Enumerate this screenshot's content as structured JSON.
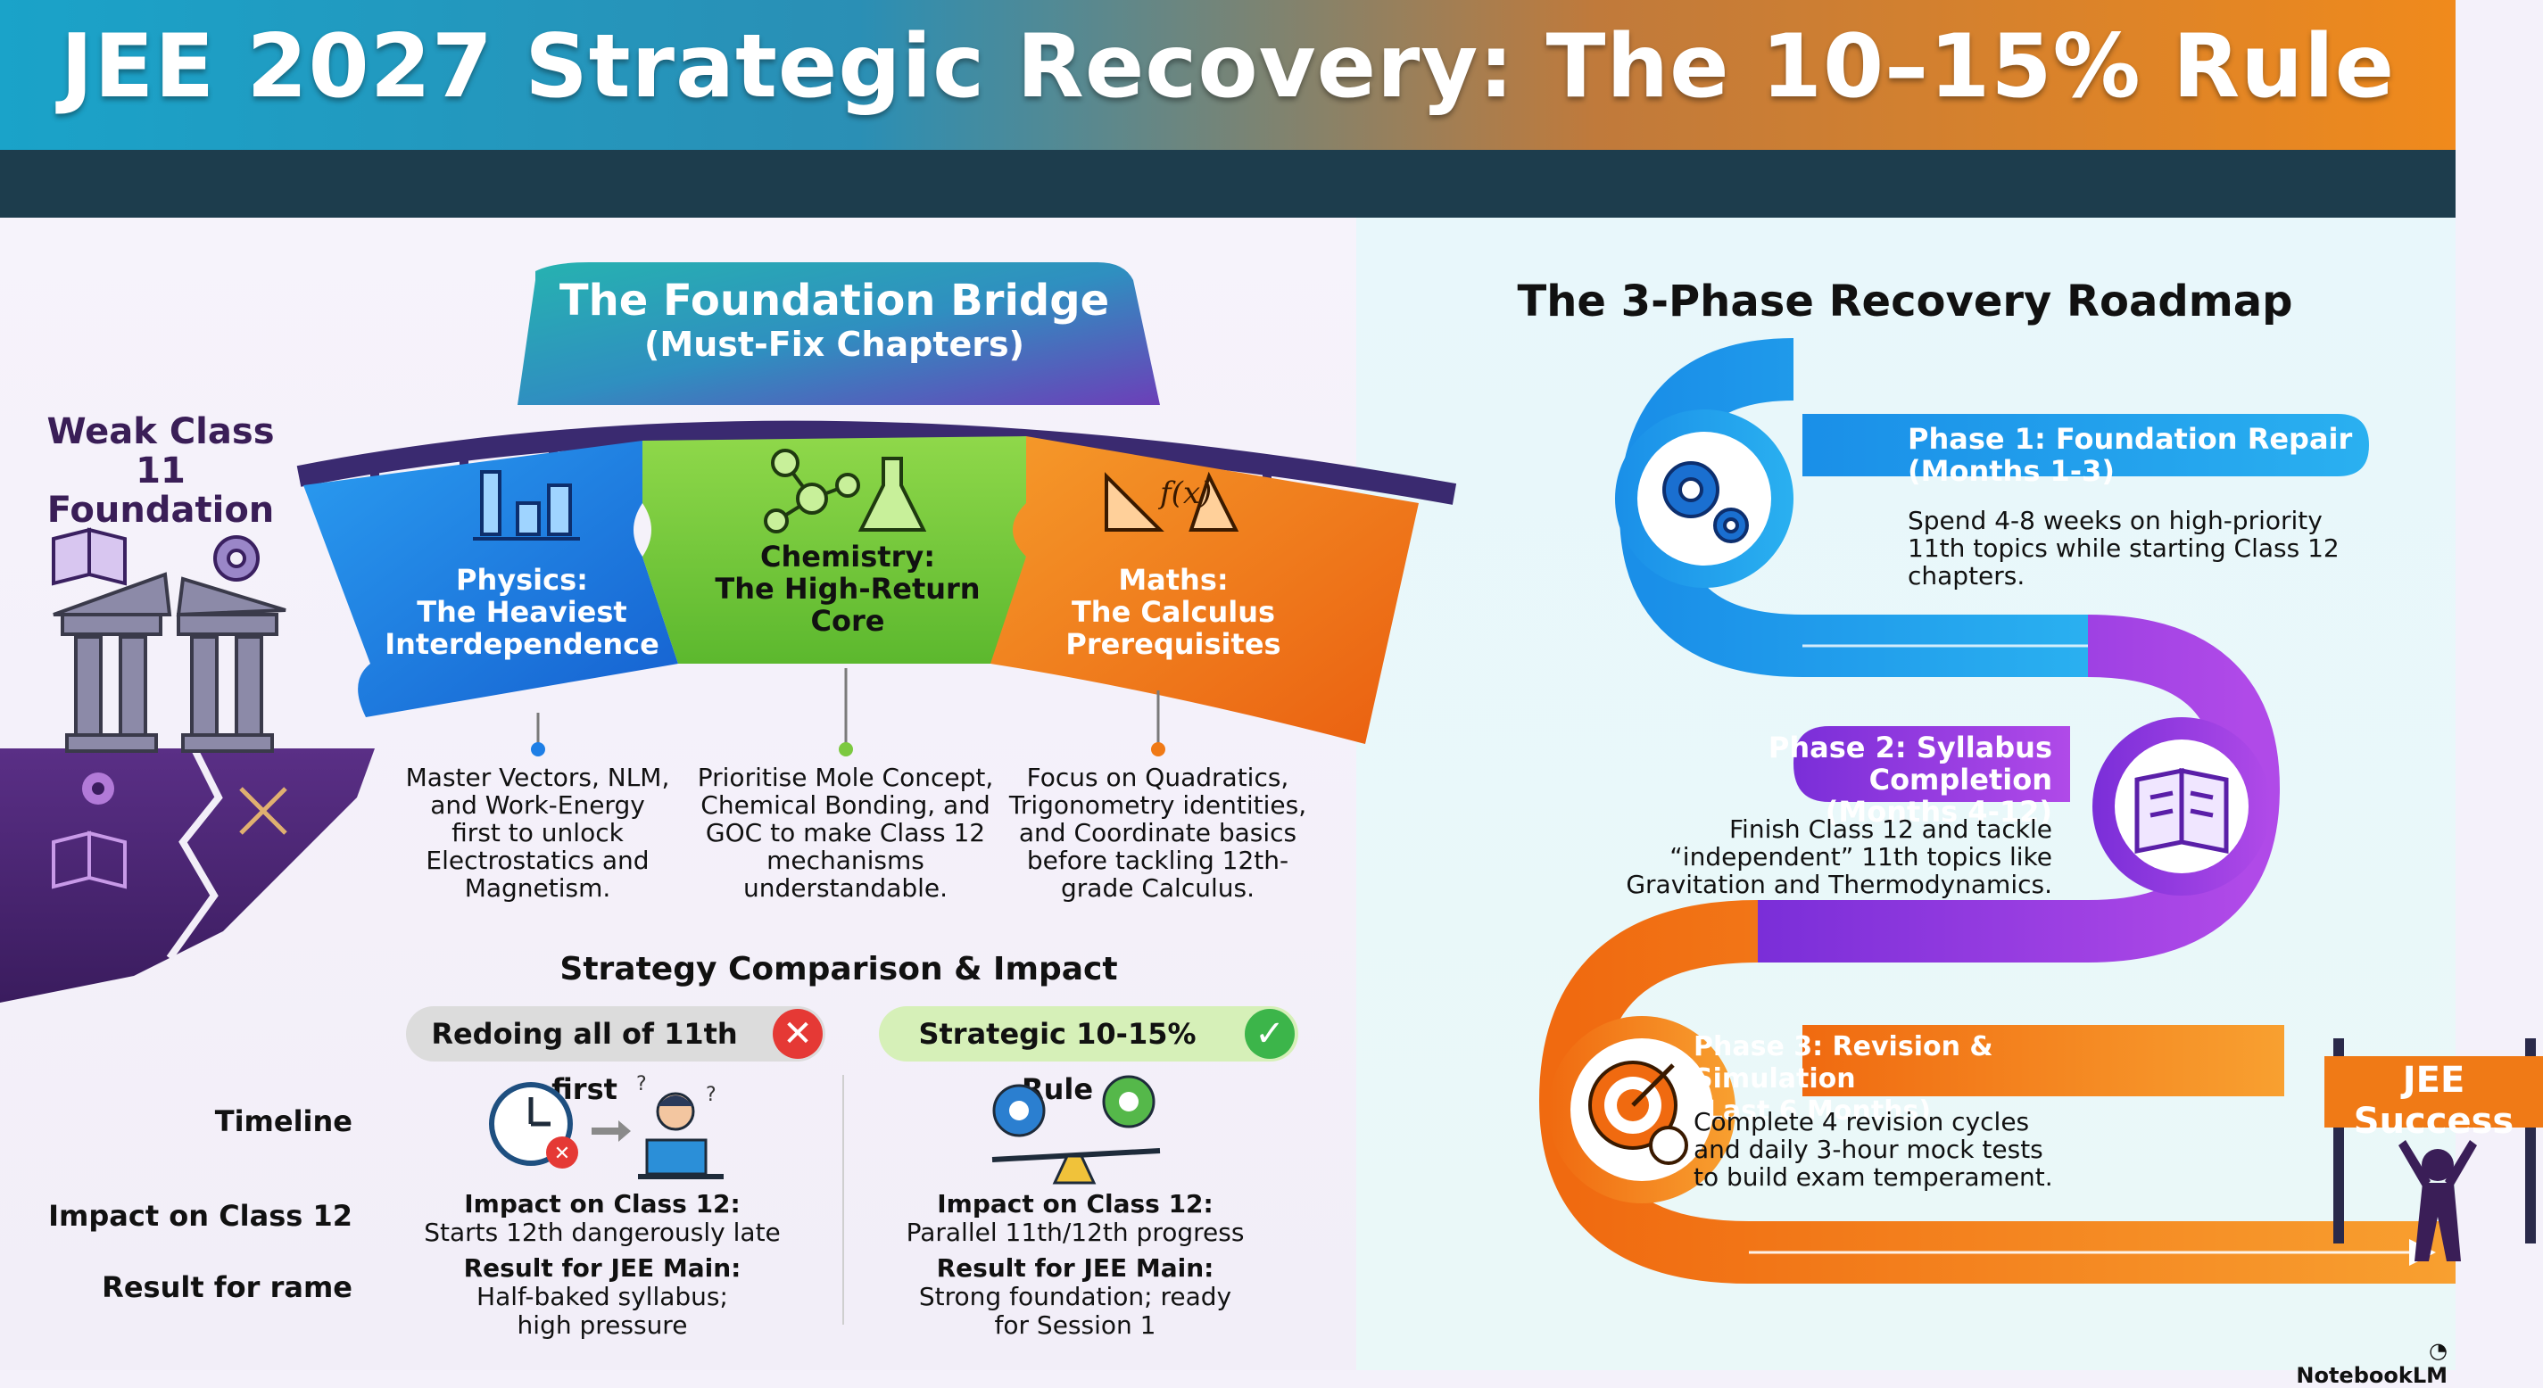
{
  "header": {
    "title": "JEE 2027 Strategic Recovery: The 10–15% Rule"
  },
  "bridge": {
    "title": "The Foundation Bridge",
    "subtitle": "(Must-Fix Chapters)",
    "weak_label_line1": "Weak Class 11",
    "weak_label_line2": "Foundation",
    "pieces": [
      {
        "name_l1": "Physics:",
        "name_l2": "The Heaviest",
        "name_l3": "Interdependence",
        "desc": [
          "Master Vectors, NLM,",
          "and Work-Energy",
          "first to unlock",
          "Electrostatics and",
          "Magnetism."
        ]
      },
      {
        "name_l1": "Chemistry:",
        "name_l2": "The High-Return",
        "name_l3": "Core",
        "desc": [
          "Prioritise Mole Concept,",
          "Chemical Bonding, and",
          "GOC to make Class 12",
          "mechanisms",
          "understandable."
        ]
      },
      {
        "name_l1": "Maths:",
        "name_l2": "The Calculus",
        "name_l3": "Prerequisites",
        "desc": [
          "Focus on Quadratics,",
          "Trigonometry identities,",
          "and Coordinate basics",
          "before tackling 12th-",
          "grade Calculus."
        ]
      }
    ]
  },
  "comparison": {
    "title": "Strategy Comparison & Impact",
    "bad_label": "Redoing all of 11th first",
    "good_label": "Strategic 10-15% Rule",
    "row_labels": [
      "Timeline",
      "Impact on Class 12",
      "Result for rame"
    ],
    "bad": {
      "impact_h": "Impact on Class 12:",
      "impact_t": "Starts 12th dangerously late",
      "result_h": "Result for JEE Main:",
      "result_t1": "Half-baked syllabus;",
      "result_t2": "high pressure"
    },
    "good": {
      "impact_h": "Impact on Class 12:",
      "impact_t": "Parallel 11th/12th progress",
      "result_h": "Result for JEE Main:",
      "result_t1": "Strong foundation; ready",
      "result_t2": "for Session 1"
    }
  },
  "roadmap": {
    "title": "The 3-Phase Recovery Roadmap",
    "phases": [
      {
        "title_l1": "Phase 1: Foundation Repair",
        "title_l2": "(Months 1-3)",
        "desc": [
          "Spend 4-8 weeks on high-priority",
          "11th topics while starting Class 12",
          "chapters."
        ]
      },
      {
        "title_l1": "Phase 2: Syllabus Completion",
        "title_l2": "(Months 4-12)",
        "desc": [
          "Finish Class 12 and tackle",
          "“independent” 11th topics like",
          "Gravitation and Thermodynamics."
        ]
      },
      {
        "title_l1": "Phase 3: Revision & Simulation",
        "title_l2": "(Last 6 Months)",
        "desc": [
          "Complete 4 revision cycles",
          "and daily 3-hour mock tests",
          "to build exam temperament."
        ]
      }
    ],
    "success": "JEE Success"
  },
  "brand": "NotebookLM",
  "colors": {
    "physics": "#1e7fe6",
    "chemistry": "#7cc940",
    "maths": "#f07a16",
    "phase1": "#1a8fe8",
    "phase2": "#9b3ee0",
    "phase3": "#f47a14",
    "bad_x": "#e53935",
    "good_check": "#3cb54a"
  }
}
